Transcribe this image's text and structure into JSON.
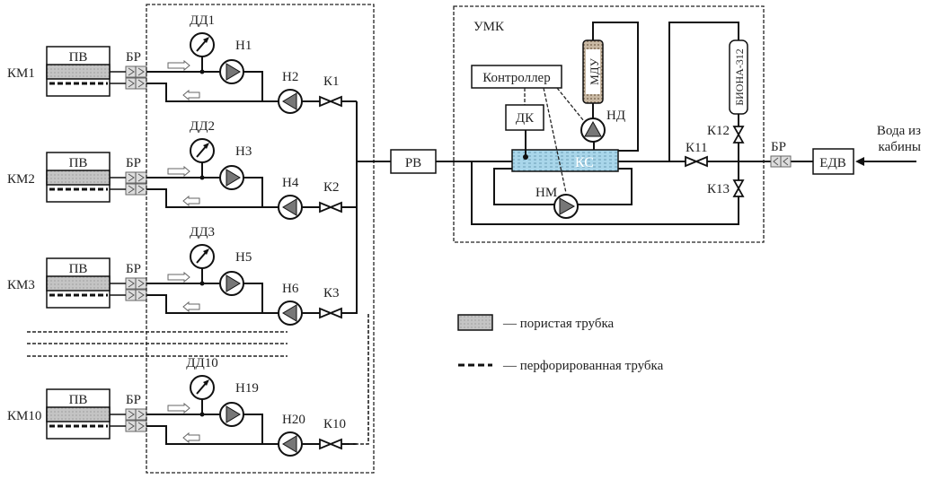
{
  "modules": [
    {
      "km": "КМ1",
      "pv": "ПВ",
      "br": "БР",
      "dd": "ДД1",
      "pump_a": "Н1",
      "pump_b": "Н2",
      "valve": "К1"
    },
    {
      "km": "КМ2",
      "pv": "ПВ",
      "br": "БР",
      "dd": "ДД2",
      "pump_a": "Н3",
      "pump_b": "Н4",
      "valve": "К2"
    },
    {
      "km": "КМ3",
      "pv": "ПВ",
      "br": "БР",
      "dd": "ДД3",
      "pump_a": "Н5",
      "pump_b": "Н6",
      "valve": "К3"
    },
    {
      "km": "КМ10",
      "pv": "ПВ",
      "br": "БР",
      "dd": "ДД10",
      "pump_a": "Н19",
      "pump_b": "Н20",
      "valve": "К10"
    }
  ],
  "rv": "РВ",
  "umk": {
    "title": "УМК",
    "controller": "Контроллер",
    "dk": "ДК",
    "ks": "КС",
    "mdu": "МДУ",
    "nd": "НД",
    "nm": "НМ",
    "biona": "БИОНА-312",
    "k11": "К11",
    "k12": "К12",
    "k13": "К13"
  },
  "br_in": "БР",
  "edv": "ЕДВ",
  "inlet": {
    "line1": "Вода из",
    "line2": "кабины"
  },
  "legend": {
    "porous": "— пористая трубка",
    "perforated": "— перфорированная трубка"
  },
  "colors": {
    "porous": "#bdbdbd",
    "ks_fill": "#a9d6ea"
  }
}
